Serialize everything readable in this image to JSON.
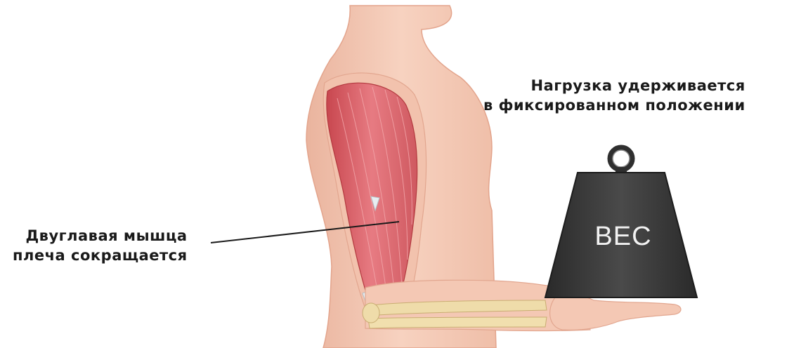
{
  "labels": {
    "biceps_line1": "Двуглавая мышца",
    "biceps_line2": "плеча сокращается",
    "load_line1": "Нагрузка удерживается",
    "load_line2": "в фиксированном положении"
  },
  "weight": {
    "text": "ВЕС"
  },
  "colors": {
    "skin": "#f5c9b5",
    "skin_shadow": "#e9ad95",
    "muscle": "#d9646a",
    "muscle_light": "#ee9aa0",
    "bone": "#eed9a6",
    "weight_body": "#333333",
    "leader_line": "#1a1a1a"
  }
}
